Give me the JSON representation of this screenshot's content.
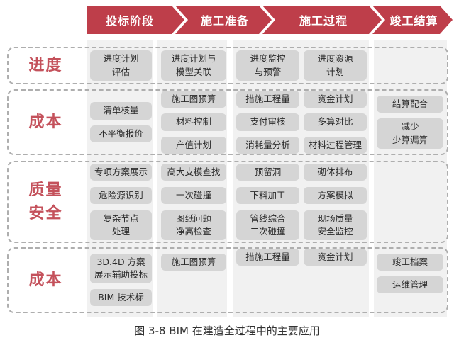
{
  "colors": {
    "arrow_red": "#BE3E4A",
    "row_label_red": "#C4515B",
    "strip_gray": "#F1F1F1",
    "box_gray": "#D5D5D5",
    "dashed_border_gray": "#AEAEAE"
  },
  "phases": [
    {
      "label": "投标阶段"
    },
    {
      "label": "施工准备"
    },
    {
      "label": "施工过程"
    },
    {
      "label": "竣工结算"
    }
  ],
  "rows": [
    {
      "label": "进度",
      "c1": [
        "进度计划\n评估"
      ],
      "c2": [
        "进度计划与\n模型关联"
      ],
      "c3a": [
        "进度监控\n与预警"
      ],
      "c3b": [
        "进度资源\n计划"
      ],
      "c4": []
    },
    {
      "label": "成本",
      "c1": [
        "清单核量",
        "不平衡报价"
      ],
      "c2": [
        "施工图预算",
        "材料控制",
        "产值计划"
      ],
      "c3a": [
        "措施工程量",
        "支付审核",
        "消耗量分析"
      ],
      "c3b": [
        "资金计划",
        "多算对比",
        "材料过程管理"
      ],
      "c4": [
        "结算配合",
        "减少\n少算漏算"
      ]
    },
    {
      "label": "质量\n安全",
      "c1": [
        "专项方案展示",
        "危险源识别",
        "复杂节点\n处理"
      ],
      "c2": [
        "高大支模查找",
        "一次碰撞",
        "图纸问题\n净高检查"
      ],
      "c3a": [
        "预留洞",
        "下料加工",
        "管线综合\n二次碰撞"
      ],
      "c3b": [
        "砌体排布",
        "方案模拟",
        "现场质量\n安全监控"
      ],
      "c4": []
    },
    {
      "label": "成本",
      "c1": [
        "3D.4D 方案\n展示辅助投标",
        "BIM 技术标"
      ],
      "c2": [
        "施工图预算"
      ],
      "c3a": [
        "措施工程量"
      ],
      "c3b": [
        "资金计划"
      ],
      "c4": [
        "竣工档案",
        "运维管理"
      ]
    }
  ],
  "caption": "图 3-8 BIM 在建造全过程中的主要应用"
}
